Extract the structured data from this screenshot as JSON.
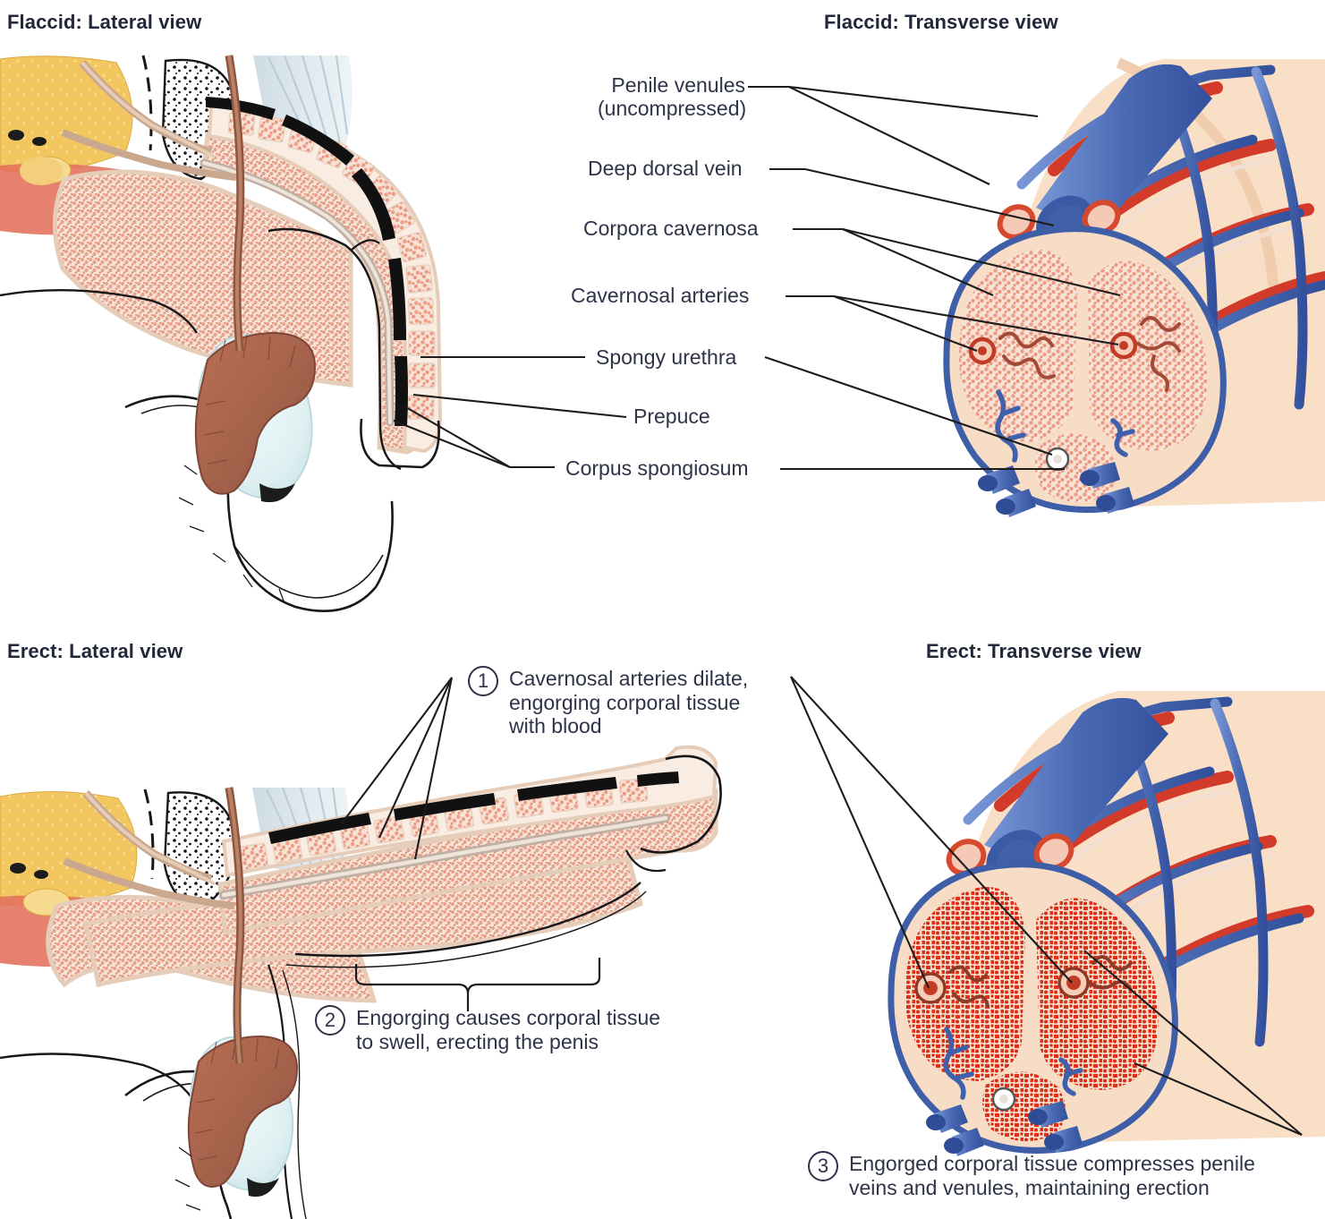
{
  "figure": {
    "panels": [
      {
        "id": "flaccid-lateral",
        "title": "Flaccid: Lateral view"
      },
      {
        "id": "flaccid-transverse",
        "title": "Flaccid: Transverse view"
      },
      {
        "id": "erect-lateral",
        "title": "Erect: Lateral view"
      },
      {
        "id": "erect-transverse",
        "title": "Erect: Transverse view"
      }
    ]
  },
  "labels": {
    "penile_venules_l1": "Penile venules",
    "penile_venules_l2": "(uncompressed)",
    "deep_dorsal_vein": "Deep dorsal vein",
    "corpora_cavernosa": "Corpora cavernosa",
    "cavernosal_arteries": "Cavernosal arteries",
    "spongy_urethra": "Spongy urethra",
    "prepuce": "Prepuce",
    "corpus_spongiosum": "Corpus spongiosum"
  },
  "callouts": [
    {
      "number": "1",
      "line1": "Cavernosal arteries dilate,",
      "line2": "engorging corporal tissue",
      "line3": "with blood"
    },
    {
      "number": "2",
      "line1": "Engorging causes corporal tissue",
      "line2": "to swell, erecting the penis",
      "line3": ""
    },
    {
      "number": "3",
      "line1": "Engorged corporal tissue compresses penile",
      "line2": "veins and venules, maintaining erection",
      "line3": ""
    }
  ],
  "colors": {
    "text": "#2e3348",
    "leader": "#1c1c1c",
    "vein_blue": "#4a6db5",
    "artery_red": "#d23a2a",
    "flaccid_tissue": "#ea9b85",
    "erect_tissue": "#e03218",
    "skin": "#f6d7bd",
    "fat_yellow": "#f0c55c",
    "epididymis_brown": "#a5624a",
    "testis_pale": "#dff0f2"
  }
}
